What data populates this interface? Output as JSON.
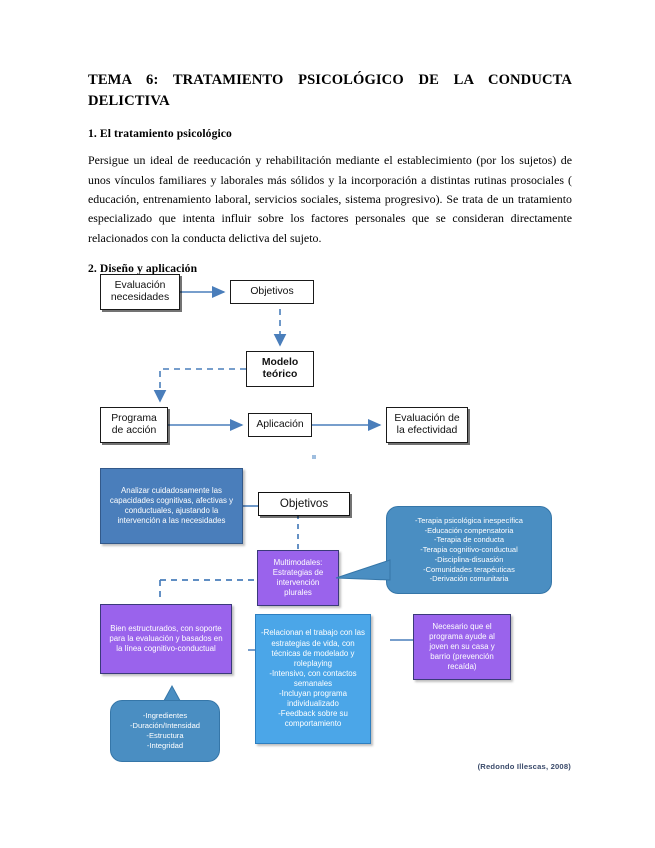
{
  "document": {
    "title_line1": "TEMA 6: TRATAMIENTO PSICOLÓGICO DE LA CONDUCTA",
    "title_line2": "DELICTIVA",
    "section1_heading": "1. El tratamiento psicológico",
    "section1_paragraph": "Persigue un ideal de reeducación y rehabilitación mediante el establecimiento (por los sujetos) de unos vínculos familiares y laborales más sólidos y la incorporación a distintas rutinas prosociales ( educación, entrenamiento laboral, servicios sociales, sistema progresivo). Se trata de un tratamiento especializado que intenta influir sobre los factores personales que se consideran directamente relacionados con la conducta delictiva del sujeto.",
    "section2_heading": "2. Diseño y aplicación",
    "credit": "(Redondo Illescas, 2008)"
  },
  "diagram1": {
    "nodes": {
      "evaluacion_necesidades": "Evaluación\nnecesidades",
      "objetivos": "Objetivos",
      "modelo_teorico": "Modelo\nteórico",
      "programa_accion": "Programa\nde acción",
      "aplicacion": "Aplicación",
      "evaluacion_efectividad": "Evaluación de\nla efectividad"
    }
  },
  "diagram2": {
    "objetivos": "Objetivos",
    "analizar_box": "Analizar cuidadosamente las capacidades cognitivas, afectivas y conductuales, ajustando la intervención a las necesidades",
    "multimodales_box": "Multimodales: Estrategias de intervención plurales",
    "terapias_callout": "-Terapia psicológica inespecífica\n-Educación compensatoria\n-Terapia de conducta\n-Terapia cognitivo-conductual\n-Disciplina-disuasión\n-Comunidades terapéuticas\n-Derivación comunitaria",
    "bien_estructurados_box": "Bien estructurados, con soporte para la evaluación y basados en la línea cognitivo-conductual",
    "relacionan_box": "-Relacionan el trabajo con las estrategias de vida, con técnicas de modelado y roleplaying\n-Intensivo, con contactos semanales\n-Incluyan programa individualizado\n-Feedback sobre su comportamiento",
    "necesario_box": "Necesario que el programa ayude al joven en su casa y barrio (prevención recaída)",
    "ingredientes_callout": "-Ingredientes\n-Duración/Intensidad\n-Estructura\n-Integridad"
  },
  "colors": {
    "blue": "#4a7ebb",
    "purple": "#9a63ec",
    "light_blue": "#4ba6e8",
    "callout_blue": "#4a8ec2",
    "arrow_blue": "#4a7ebb",
    "text_black": "#111111"
  }
}
